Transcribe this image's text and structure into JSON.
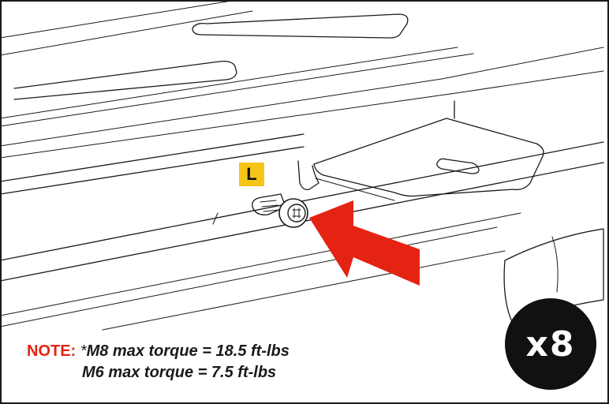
{
  "callout": {
    "letter": "L"
  },
  "quantity": {
    "label": "x8"
  },
  "note": {
    "label": "NOTE:",
    "marker": "*",
    "line1": "M8 max torque = 18.5 ft-lbs",
    "line2": "M6 max torque = 7.5 ft-lbs"
  },
  "colors": {
    "accent_red": "#e42313",
    "callout_yellow": "#f5c518",
    "badge_black": "#111111"
  },
  "icons": [
    "bolt-with-washer",
    "insert-arrow"
  ]
}
